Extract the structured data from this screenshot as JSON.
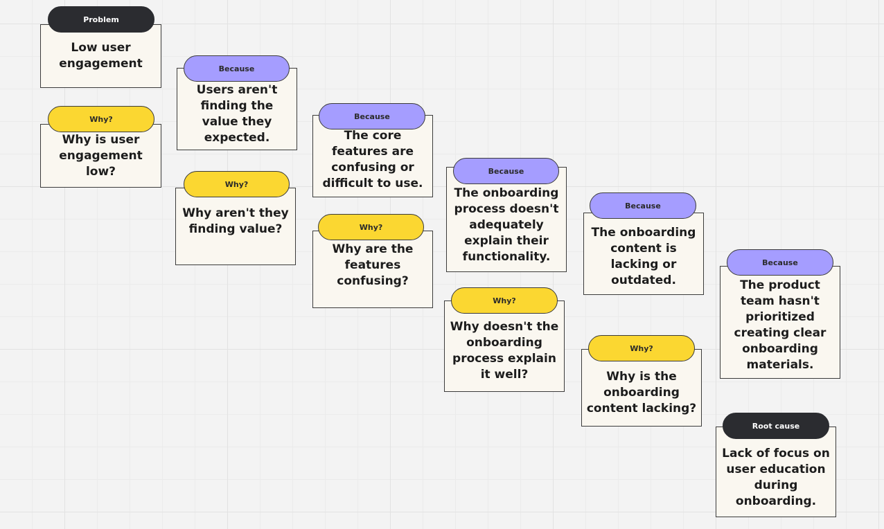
{
  "theme": {
    "because": "#a59dff",
    "why": "#fbd731",
    "dark": "#2b2c30",
    "card": "#faf7f0"
  },
  "problem": {
    "label": "Problem",
    "text": "Low user engagement"
  },
  "why1": {
    "label": "Why?",
    "text": "Why is user engagement low?"
  },
  "because1": {
    "label": "Because",
    "text": "Users aren't finding the value they expected."
  },
  "why2": {
    "label": "Why?",
    "text": "Why aren't they finding value?"
  },
  "because2": {
    "label": "Because",
    "text": "The core features are confusing or difficult to use."
  },
  "why3": {
    "label": "Why?",
    "text": "Why are the features confusing?"
  },
  "because3": {
    "label": "Because",
    "text": "The onboarding process doesn't adequately explain their functionality."
  },
  "why4": {
    "label": "Why?",
    "text": "Why doesn't the onboarding process explain it well?"
  },
  "because4": {
    "label": "Because",
    "text": "The onboarding content is lacking or outdated."
  },
  "why5": {
    "label": "Why?",
    "text": "Why is the onboarding content lacking?"
  },
  "because5": {
    "label": "Because",
    "text": "The product team hasn't prioritized creating clear onboarding materials."
  },
  "root_cause": {
    "label": "Root cause",
    "text": "Lack of focus on user education during onboarding."
  }
}
